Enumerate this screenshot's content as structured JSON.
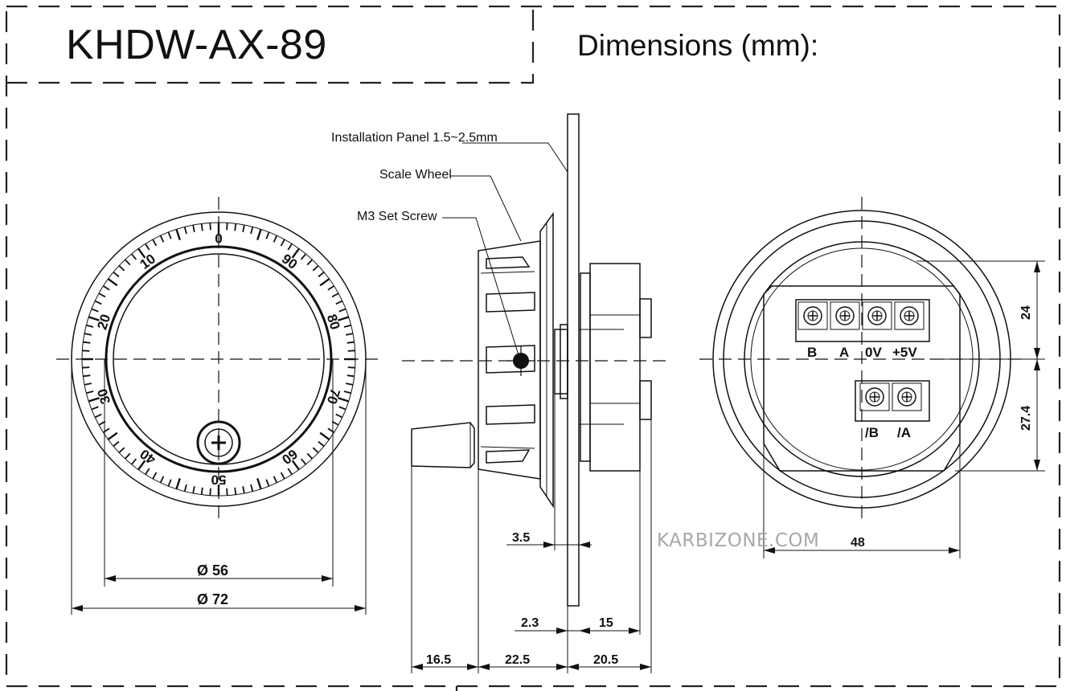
{
  "header": {
    "title": "KHDW-AX-89",
    "subtitle": "Dimensions (mm):"
  },
  "callouts": {
    "installation_panel": "Installation Panel 1.5~2.5mm",
    "scale_wheel": "Scale Wheel",
    "set_screw": "M3 Set Screw"
  },
  "front_view": {
    "scale_numbers": [
      "0",
      "10",
      "20",
      "30",
      "40",
      "50",
      "60",
      "70",
      "80",
      "90"
    ],
    "dim_inner": "Ø 56",
    "dim_outer": "Ø 72"
  },
  "side_view": {
    "dim_3_5": "3.5",
    "dim_2_3": "2.3",
    "dim_15": "15",
    "dim_16_5": "16.5",
    "dim_22_5": "22.5",
    "dim_20_5": "20.5"
  },
  "rear_view": {
    "terminals_top": [
      "B",
      "A",
      "0V",
      "+5V"
    ],
    "terminals_bottom": [
      "/B",
      "/A"
    ],
    "dim_24": "24",
    "dim_27_4": "27.4",
    "dim_48": "48"
  },
  "watermark": "KARBIZONE.COM"
}
